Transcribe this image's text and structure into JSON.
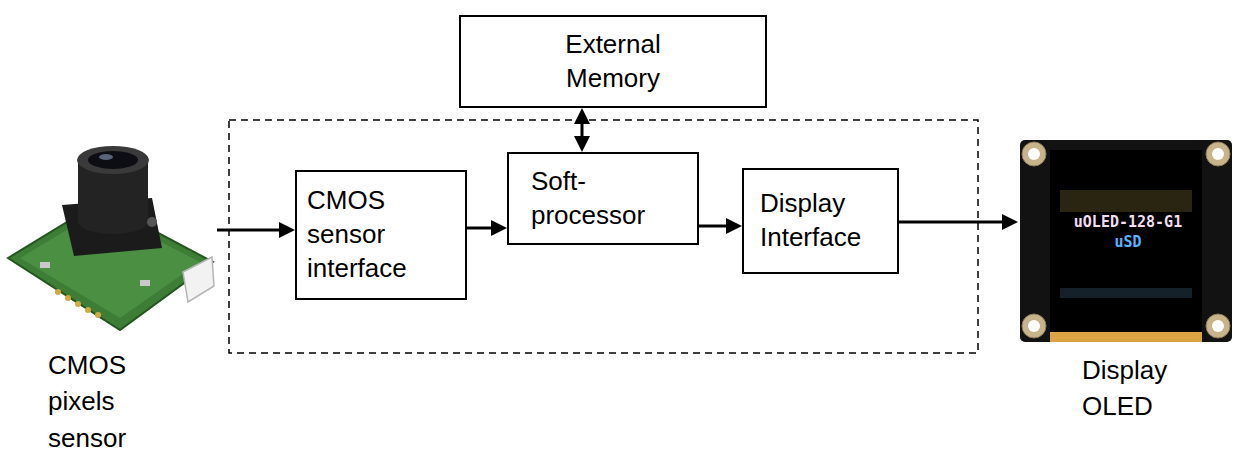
{
  "diagram": {
    "nodes": [
      {
        "text": [
          "External Memory"
        ]
      },
      {
        "text": [
          "CMOS pixels sensor"
        ]
      },
      {
        "text": [
          "CMOS sensor interface"
        ]
      },
      {
        "text": [
          "Soft- processor"
        ]
      },
      {
        "text": [
          "Display Interface"
        ]
      },
      {
        "text": [
          "Display OLED"
        ]
      }
    ],
    "edges": [
      {
        "from": 1,
        "to": 2,
        "arrow": "to"
      },
      {
        "from": 2,
        "to": 3,
        "arrow": "to"
      },
      {
        "from": 3,
        "to": 0,
        "arrow": "both"
      },
      {
        "from": 3,
        "to": 4,
        "arrow": "to"
      },
      {
        "from": 4,
        "to": 5,
        "arrow": "to"
      }
    ],
    "labels": [
      "uOLED-128-G1",
      "uSD"
    ]
  }
}
